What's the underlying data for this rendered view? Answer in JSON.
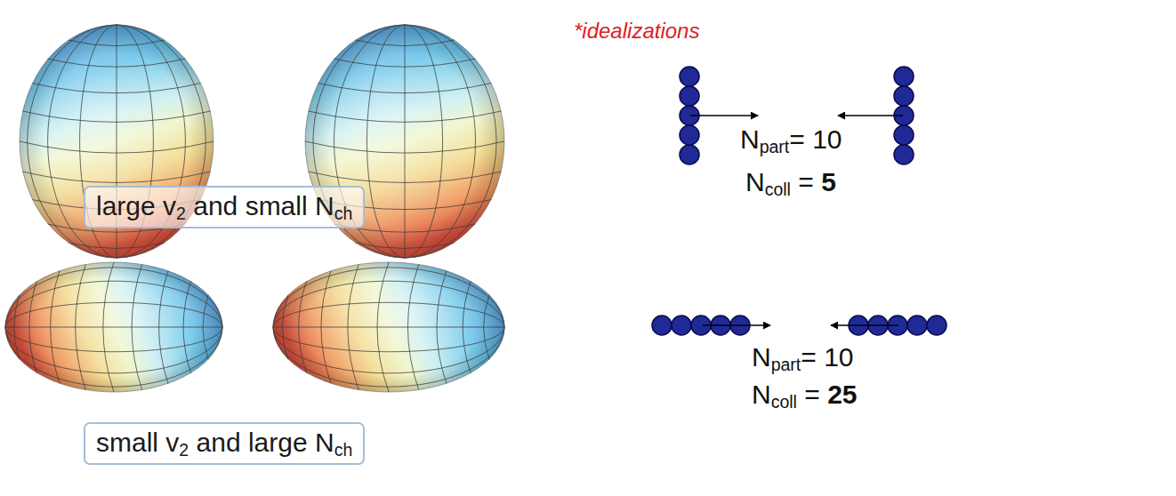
{
  "diagram": {
    "nodes": [
      {
        "text": [
          "large v2 and small Nch"
        ]
      },
      {
        "text": [
          "small v2 and large Nch"
        ]
      }
    ],
    "labels": [
      "*idealizations",
      "Npart= 10",
      "Ncoll = 5",
      "Npart= 10",
      "Ncoll = 25"
    ]
  }
}
